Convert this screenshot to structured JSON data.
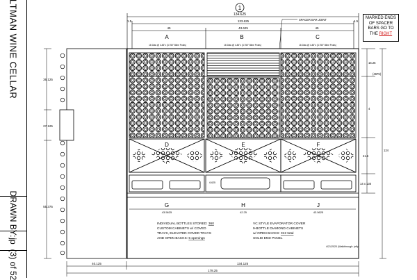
{
  "title_block": {
    "title": "ALTMAN WINE CELLAR",
    "drawn_by_label": "DRAWN BY:",
    "drawn_by_value": "jp",
    "sheet": "(3) of 52"
  },
  "callout": {
    "number": "1",
    "spacer_label": "SPACER BAR JOINT"
  },
  "note_box": {
    "lines": [
      "MARKED ENDS",
      "OF SPACER",
      "BARS GO TO"
    ],
    "the": "THE",
    "right": "RIGHT"
  },
  "dimensions": {
    "top_overall": "134.625",
    "left_offset": "1.5",
    "right_offset": "1.5",
    "inner_width": "133.625",
    "col_a_width": "45",
    "col_b_width": "43.625",
    "col_c_width": "45",
    "right_top": "15.25",
    "right_tag": "(4675)",
    "right_mid": "4",
    "right_height": "124",
    "right_row": "21.5",
    "right_low": "14 x 130",
    "left_top": "36.125",
    "left_mid": "27.125",
    "left_low": "55.375",
    "bottom_left": "40.125",
    "bottom_main": "134.125",
    "bottom_total": "178.25",
    "bottom_g": "43.5625",
    "bottom_h": "42.25",
    "bottom_j": "43.5625",
    "vent_small": "6.625"
  },
  "column_labels": {
    "a": "A",
    "b": "B",
    "c": "C",
    "d": "D",
    "e": "E",
    "f": "F",
    "g": "G",
    "h": "H",
    "j": "J"
  },
  "column_notes": {
    "a": "16 Dias @ 4.45\"c (3.750\" Bline Posts)",
    "b": "16 Dias @ 4.45\"c (3.750\" Bline Posts)",
    "c": "16 Dias @ 4.45\"c (3.750\" Bline Posts)"
  },
  "notes_left": {
    "bottles_label": "INDIVIDUAL BOTTLES STORED:",
    "bottles_value": "360",
    "line2": "CUSTOM CABINETS w/ COVED",
    "line3": "TRAYS, ELEVATED COVED TRAYS",
    "line4": "AND OPEN BACKS:",
    "line4_value": "5 openings"
  },
  "notes_right": {
    "line1": "VC STYLE EVAPORATOR COVER",
    "line2": "9-BOTTLE DIAMOND CABINETS",
    "line3": "w/ OPEN BACKS:",
    "line3_value": "312 total",
    "line4": "SOLID END PANEL"
  },
  "stamp": "4/21/2020 (Walkthrough: jeffp",
  "colors": {
    "line": "#000000",
    "accent": "#d01010"
  }
}
